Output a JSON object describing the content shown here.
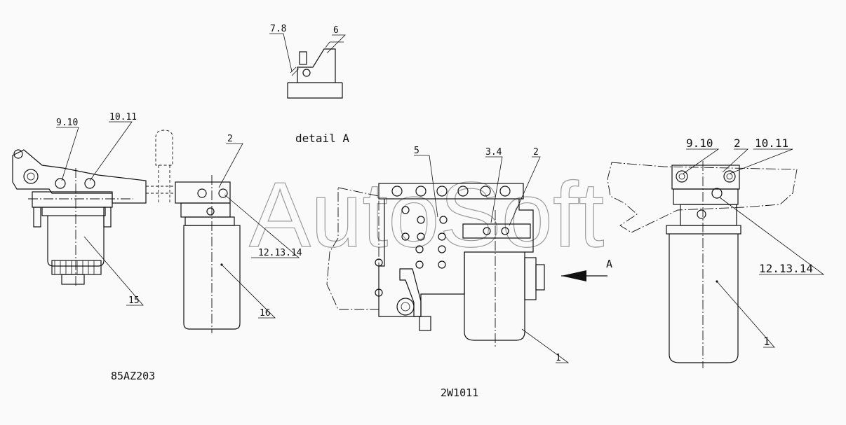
{
  "watermark": "AutoSoft",
  "views": {
    "detail": {
      "title": "detail A",
      "callouts": [
        "7.8",
        "6"
      ]
    },
    "left": {
      "drawing_code": "85AZ203",
      "callouts": [
        "9.10",
        "10.11",
        "2",
        "12.13.14",
        "15",
        "16"
      ]
    },
    "center": {
      "drawing_code": "2W1011",
      "callouts": [
        "5",
        "3.4",
        "2",
        "1",
        "A"
      ]
    },
    "right": {
      "callouts": [
        "9.10",
        "2",
        "10.11",
        "12.13.14",
        "1"
      ]
    }
  }
}
